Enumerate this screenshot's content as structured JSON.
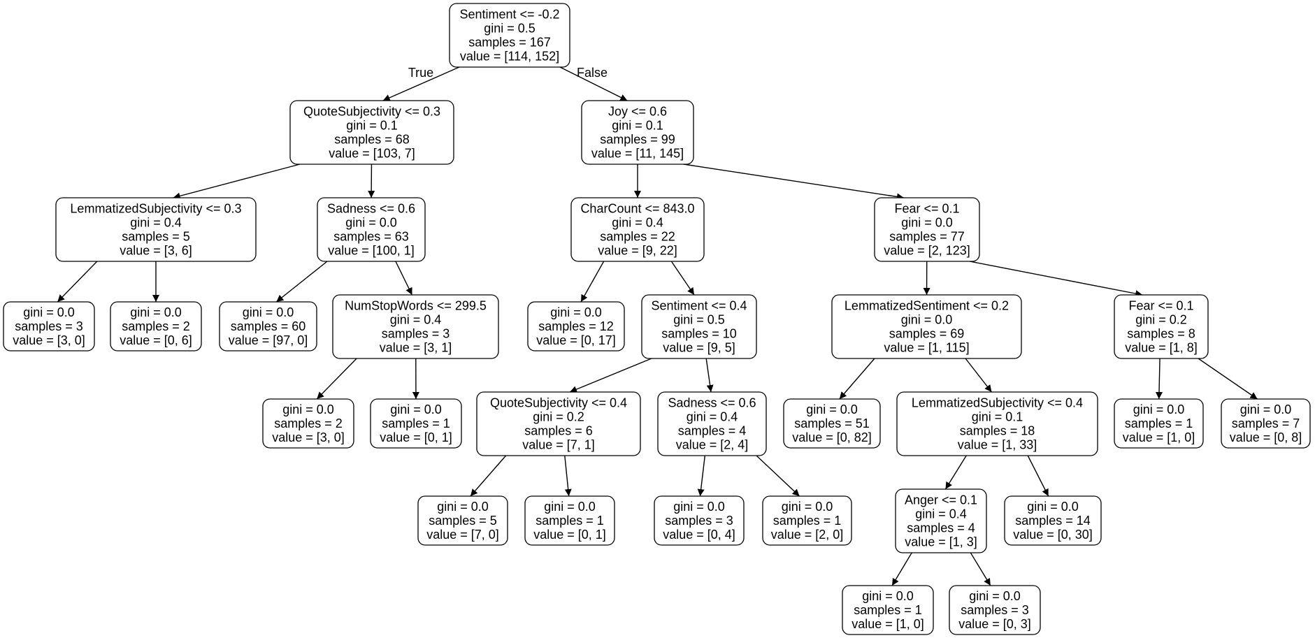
{
  "tree": {
    "nodes": [
      {
        "id": "n0",
        "lines": [
          "Sentiment <= -0.2",
          "gini = 0.5",
          "samples = 167",
          "value = [114, 152]"
        ]
      },
      {
        "id": "n1",
        "lines": [
          "QuoteSubjectivity <= 0.3",
          "gini = 0.1",
          "samples = 68",
          "value = [103, 7]"
        ]
      },
      {
        "id": "n2",
        "lines": [
          "Joy <= 0.6",
          "gini = 0.1",
          "samples = 99",
          "value = [11, 145]"
        ]
      },
      {
        "id": "n3",
        "lines": [
          "LemmatizedSubjectivity <= 0.3",
          "gini = 0.4",
          "samples = 5",
          "value = [3, 6]"
        ]
      },
      {
        "id": "n4",
        "lines": [
          "Sadness <= 0.6",
          "gini = 0.0",
          "samples = 63",
          "value = [100, 1]"
        ]
      },
      {
        "id": "n5",
        "lines": [
          "CharCount <= 843.0",
          "gini = 0.4",
          "samples = 22",
          "value = [9, 22]"
        ]
      },
      {
        "id": "n6",
        "lines": [
          "Fear <= 0.1",
          "gini = 0.0",
          "samples = 77",
          "value = [2, 123]"
        ]
      },
      {
        "id": "n7",
        "lines": [
          "gini = 0.0",
          "samples = 3",
          "value = [3, 0]"
        ]
      },
      {
        "id": "n8",
        "lines": [
          "gini = 0.0",
          "samples = 2",
          "value = [0, 6]"
        ]
      },
      {
        "id": "n9",
        "lines": [
          "gini = 0.0",
          "samples = 60",
          "value = [97, 0]"
        ]
      },
      {
        "id": "n10",
        "lines": [
          "NumStopWords <= 299.5",
          "gini = 0.4",
          "samples = 3",
          "value = [3, 1]"
        ]
      },
      {
        "id": "n11",
        "lines": [
          "gini = 0.0",
          "samples = 12",
          "value = [0, 17]"
        ]
      },
      {
        "id": "n12",
        "lines": [
          "Sentiment <= 0.4",
          "gini = 0.5",
          "samples = 10",
          "value = [9, 5]"
        ]
      },
      {
        "id": "n13",
        "lines": [
          "LemmatizedSentiment <= 0.2",
          "gini = 0.0",
          "samples = 69",
          "value = [1, 115]"
        ]
      },
      {
        "id": "n14",
        "lines": [
          "Fear <= 0.1",
          "gini = 0.2",
          "samples = 8",
          "value = [1, 8]"
        ]
      },
      {
        "id": "n15",
        "lines": [
          "gini = 0.0",
          "samples = 2",
          "value = [3, 0]"
        ]
      },
      {
        "id": "n16",
        "lines": [
          "gini = 0.0",
          "samples = 1",
          "value = [0, 1]"
        ]
      },
      {
        "id": "n17",
        "lines": [
          "QuoteSubjectivity <= 0.4",
          "gini = 0.2",
          "samples = 6",
          "value = [7, 1]"
        ]
      },
      {
        "id": "n18",
        "lines": [
          "Sadness <= 0.6",
          "gini = 0.4",
          "samples = 4",
          "value = [2, 4]"
        ]
      },
      {
        "id": "n19",
        "lines": [
          "gini = 0.0",
          "samples = 51",
          "value = [0, 82]"
        ]
      },
      {
        "id": "n20",
        "lines": [
          "LemmatizedSubjectivity <= 0.4",
          "gini = 0.1",
          "samples = 18",
          "value = [1, 33]"
        ]
      },
      {
        "id": "n21",
        "lines": [
          "gini = 0.0",
          "samples = 1",
          "value = [1, 0]"
        ]
      },
      {
        "id": "n22",
        "lines": [
          "gini = 0.0",
          "samples = 7",
          "value = [0, 8]"
        ]
      },
      {
        "id": "n23",
        "lines": [
          "gini = 0.0",
          "samples = 5",
          "value = [7, 0]"
        ]
      },
      {
        "id": "n24",
        "lines": [
          "gini = 0.0",
          "samples = 1",
          "value = [0, 1]"
        ]
      },
      {
        "id": "n25",
        "lines": [
          "gini = 0.0",
          "samples = 3",
          "value = [0, 4]"
        ]
      },
      {
        "id": "n26",
        "lines": [
          "gini = 0.0",
          "samples = 1",
          "value = [2, 0]"
        ]
      },
      {
        "id": "n27",
        "lines": [
          "Anger <= 0.1",
          "gini = 0.4",
          "samples = 4",
          "value = [1, 3]"
        ]
      },
      {
        "id": "n28",
        "lines": [
          "gini = 0.0",
          "samples = 14",
          "value = [0, 30]"
        ]
      },
      {
        "id": "n29",
        "lines": [
          "gini = 0.0",
          "samples = 1",
          "value = [1, 0]"
        ]
      },
      {
        "id": "n30",
        "lines": [
          "gini = 0.0",
          "samples = 3",
          "value = [0, 3]"
        ]
      }
    ],
    "edges": [
      {
        "from": "n0",
        "to": "n1",
        "label": "True"
      },
      {
        "from": "n0",
        "to": "n2",
        "label": "False"
      },
      {
        "from": "n1",
        "to": "n3"
      },
      {
        "from": "n1",
        "to": "n4"
      },
      {
        "from": "n2",
        "to": "n5"
      },
      {
        "from": "n2",
        "to": "n6"
      },
      {
        "from": "n3",
        "to": "n7"
      },
      {
        "from": "n3",
        "to": "n8"
      },
      {
        "from": "n4",
        "to": "n9"
      },
      {
        "from": "n4",
        "to": "n10"
      },
      {
        "from": "n5",
        "to": "n11"
      },
      {
        "from": "n5",
        "to": "n12"
      },
      {
        "from": "n6",
        "to": "n13"
      },
      {
        "from": "n6",
        "to": "n14"
      },
      {
        "from": "n10",
        "to": "n15"
      },
      {
        "from": "n10",
        "to": "n16"
      },
      {
        "from": "n12",
        "to": "n17"
      },
      {
        "from": "n12",
        "to": "n18"
      },
      {
        "from": "n13",
        "to": "n19"
      },
      {
        "from": "n13",
        "to": "n20"
      },
      {
        "from": "n14",
        "to": "n21"
      },
      {
        "from": "n14",
        "to": "n22"
      },
      {
        "from": "n17",
        "to": "n23"
      },
      {
        "from": "n17",
        "to": "n24"
      },
      {
        "from": "n18",
        "to": "n25"
      },
      {
        "from": "n18",
        "to": "n26"
      },
      {
        "from": "n20",
        "to": "n27"
      },
      {
        "from": "n20",
        "to": "n28"
      },
      {
        "from": "n27",
        "to": "n29"
      },
      {
        "from": "n27",
        "to": "n30"
      }
    ]
  }
}
